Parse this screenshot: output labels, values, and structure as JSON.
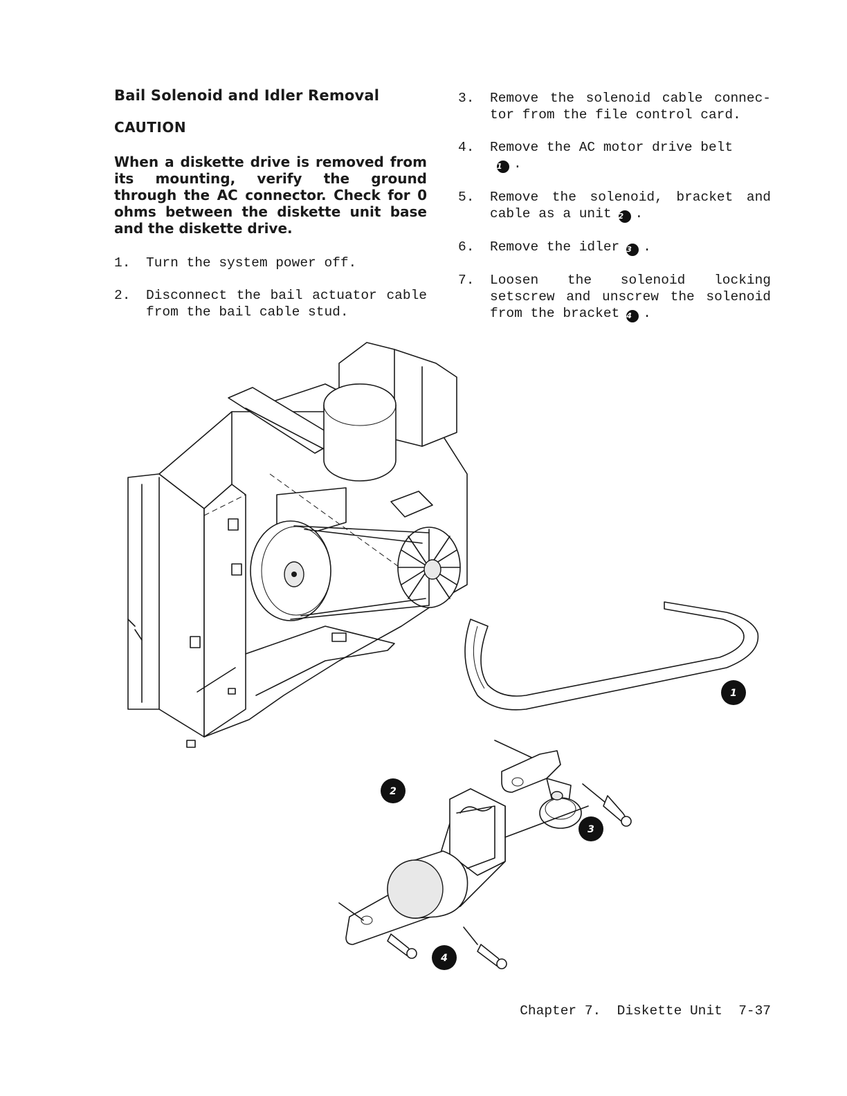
{
  "section_title": "Bail Solenoid and Idler Removal",
  "caution": {
    "heading": "CAUTION",
    "text": "When a diskette drive is removed from its mounting, verify the ground through the AC connector. Check for 0 ohms between the diskette unit base and the diskette drive."
  },
  "steps": [
    {
      "num": "1.",
      "text": "Turn the system power off."
    },
    {
      "num": "2.",
      "text": "Disconnect the bail actuator cable from the bail cable stud."
    },
    {
      "num": "3.",
      "text": "Remove the solenoid cable connec- tor from the file control card."
    },
    {
      "num": "4.",
      "text": "Remove the AC motor drive belt",
      "callout": "1",
      "after": "."
    },
    {
      "num": "5.",
      "text": "Remove the solenoid, bracket and cable as a unit",
      "callout": "2",
      "after": "."
    },
    {
      "num": "6.",
      "text": "Remove the idler",
      "callout": "3",
      "after": "."
    },
    {
      "num": "7.",
      "text": "Loosen the solenoid locking setscrew and unscrew the solenoid from the bracket",
      "callout": "4",
      "after": "."
    }
  ],
  "figure": {
    "callouts": [
      "1",
      "2",
      "3",
      "4"
    ]
  },
  "footer": {
    "chapter": "Chapter 7.",
    "section": "Diskette Unit",
    "page": "7-37"
  }
}
